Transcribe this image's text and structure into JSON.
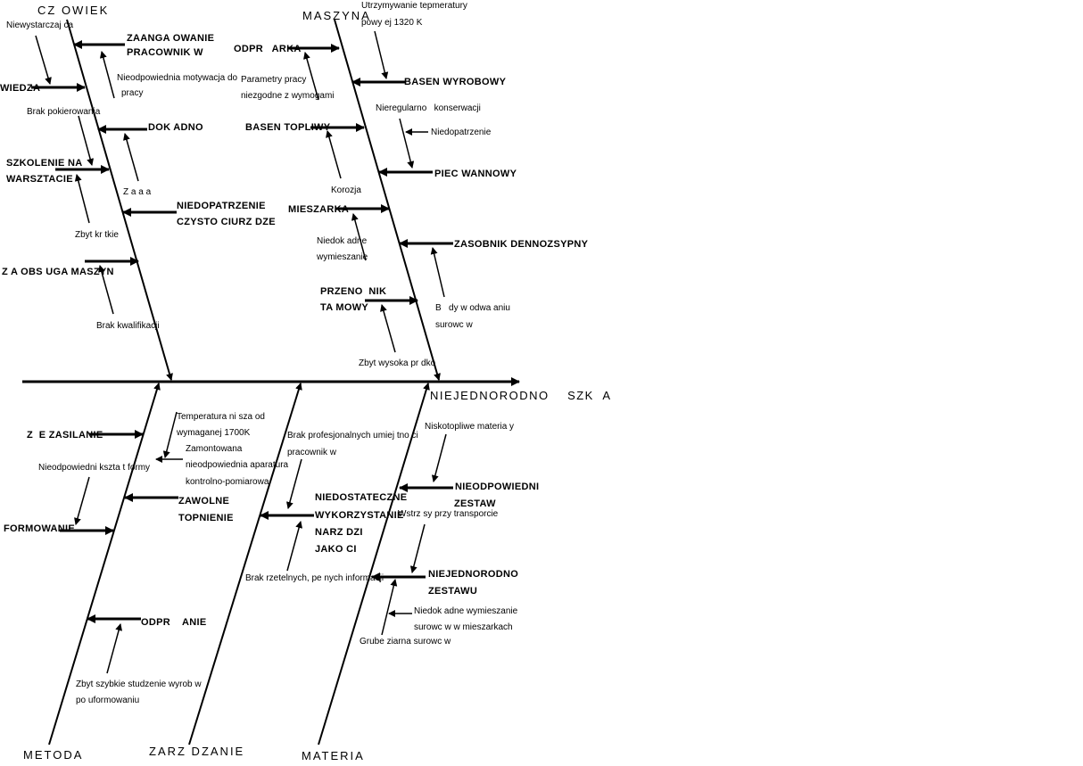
{
  "effect": "NIEJEDNORODNO    SZK  A",
  "categories": {
    "czlowiek": "CZ  OWIEK",
    "maszyna": "MASZYNA",
    "metoda": "METODA",
    "urzadzenie": "ZARZ  DZANIE",
    "material": "MATERIA"
  },
  "czlowiek": {
    "niewystarczajaca": "Niewystarczaj ca",
    "zaangazowanie": [
      "ZAANGA OWANIE",
      "PRACOWNIK  W"
    ],
    "motywacja": [
      "Nieodpowiednia motywacja do",
      "pracy"
    ],
    "wiedza": "WIEDZA",
    "brak_pokierowania": "Brak pokierowania",
    "dokladno": "DOK  ADNO",
    "szkolenie": [
      "SZKOLENIE NA",
      "WARSZTACIE"
    ],
    "zla_praca": "Z a  a a",
    "niedopatrzenie": [
      "NIEDOPATRZENIE",
      "CZYSTO CIURZ DZE"
    ],
    "zbyt_krotkie": "Zbyt kr tkie",
    "obsluga": "Z A OBS UGA MASZYN",
    "brak_kwalifikacji": "Brak kwalifikacji"
  },
  "maszyna": {
    "utrzymywanie": [
      "Utrzymywanie tepmeratury",
      "powy ej 1320 K"
    ],
    "odprezarka": "ODPR   ARKA",
    "parametry": [
      "Parametry pracy",
      "niezgodne z wymogami"
    ],
    "basen_wyrobowy": "BASEN WYROBOWY",
    "nieregularna": "Nieregularno   konserwacji",
    "niedopatrzenie": "Niedopatrzenie",
    "basen_topliwy": "BASEN TOPLIWY",
    "piec_wannowy": "PIEC WANNOWY",
    "korozja": "Korozja",
    "mieszarka": "MIESZARKA",
    "zasobnik": "ZASOBNIK DENNOZSYPNY",
    "niedokladne": [
      "Niedok adne",
      "wymieszanie"
    ],
    "przenosnik": [
      "PRZENO  NIK",
      "TA MOWY"
    ],
    "bledy": [
      "B   dy w odwa aniu",
      "surowc w"
    ],
    "zbyt_wysoka": "Zbyt wysoka pr dko"
  },
  "metoda": {
    "zle_zasilanie": "Z  E ZASILANIE",
    "temperatura": [
      "Temperatura  ni sza od",
      "wymaganej 1700K"
    ],
    "zamontowana": [
      "Zamontowana",
      "nieodpowiednia aparatura",
      "kontrolno-pomiarowa"
    ],
    "nieodpowiedni_ksztalt": "Nieodpowiedni kszta t formy",
    "powolne": [
      "ZAWOLNE",
      "TOPNIENIE"
    ],
    "formowanie": "FORMOWANIE",
    "odprezanie": "ODPR    ANIE",
    "zbyt_szybkie": [
      "Zbyt szybkie studzenie wyrob w",
      "po uformowaniu"
    ]
  },
  "urzadzenie": {
    "brak_profesjonalnych": [
      "Brak profesjonalnych umiej tno ci",
      "pracownik w"
    ],
    "niedostateczne": [
      "NIEDOSTATECZNE",
      "WYKORZYSTANIE",
      "NARZ DZI",
      "JAKO CI"
    ],
    "brak_rzetelnych": "Brak rzetelnych, pe nych informacji"
  },
  "material": {
    "niskotopliwe": "Niskotopliwe materia y",
    "niedopowiedni": [
      "NIEODPOWIEDNI",
      "ZESTAW"
    ],
    "wstrzasy": "Wstrz sy przy transporcie",
    "niejednorodnosc": [
      "NIEJEDNORODNO",
      "ZESTAWU"
    ],
    "niedokladne": [
      "Niedok adne wymieszanie",
      "surowc w w mieszarkach"
    ],
    "grube": "Grube ziarna surowc w"
  }
}
